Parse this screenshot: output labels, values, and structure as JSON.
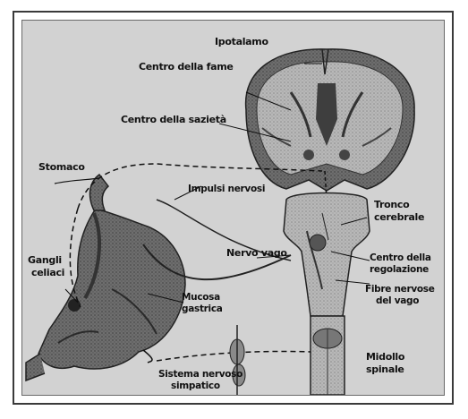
{
  "labels": {
    "ipotalamo": "Ipotalamo",
    "centro_fame": "Centro della fame",
    "centro_sazieta": "Centro della sazietà",
    "stomaco": "Stomaco",
    "impulsi_nervosi": "Impulsi nervosi",
    "tronco_line1": "Tronco",
    "tronco_line2": "cerebrale",
    "nervo_vago": "Nervo vago",
    "centro_regol_line1": "Centro della",
    "centro_regol_line2": "regolazione",
    "gangli_line1": "Gangli",
    "gangli_line2": "celiaci",
    "fibre_line1": "Fibre nervose",
    "fibre_line2": "del vago",
    "midollo_line1": "Midollo",
    "midollo_line2": "spinale",
    "sistema_line1": "Sistema nervoso",
    "sistema_line2": "simpatico",
    "mucosa_line1": "Mucosa",
    "mucosa_line2": "gastrica"
  },
  "colors": {
    "background": "#d2d2d2",
    "anatomy_dark": "#5a5a5a",
    "anatomy_mid": "#8c8c8c",
    "anatomy_light": "#b4b4b4",
    "lines": "#1a1a1a"
  }
}
